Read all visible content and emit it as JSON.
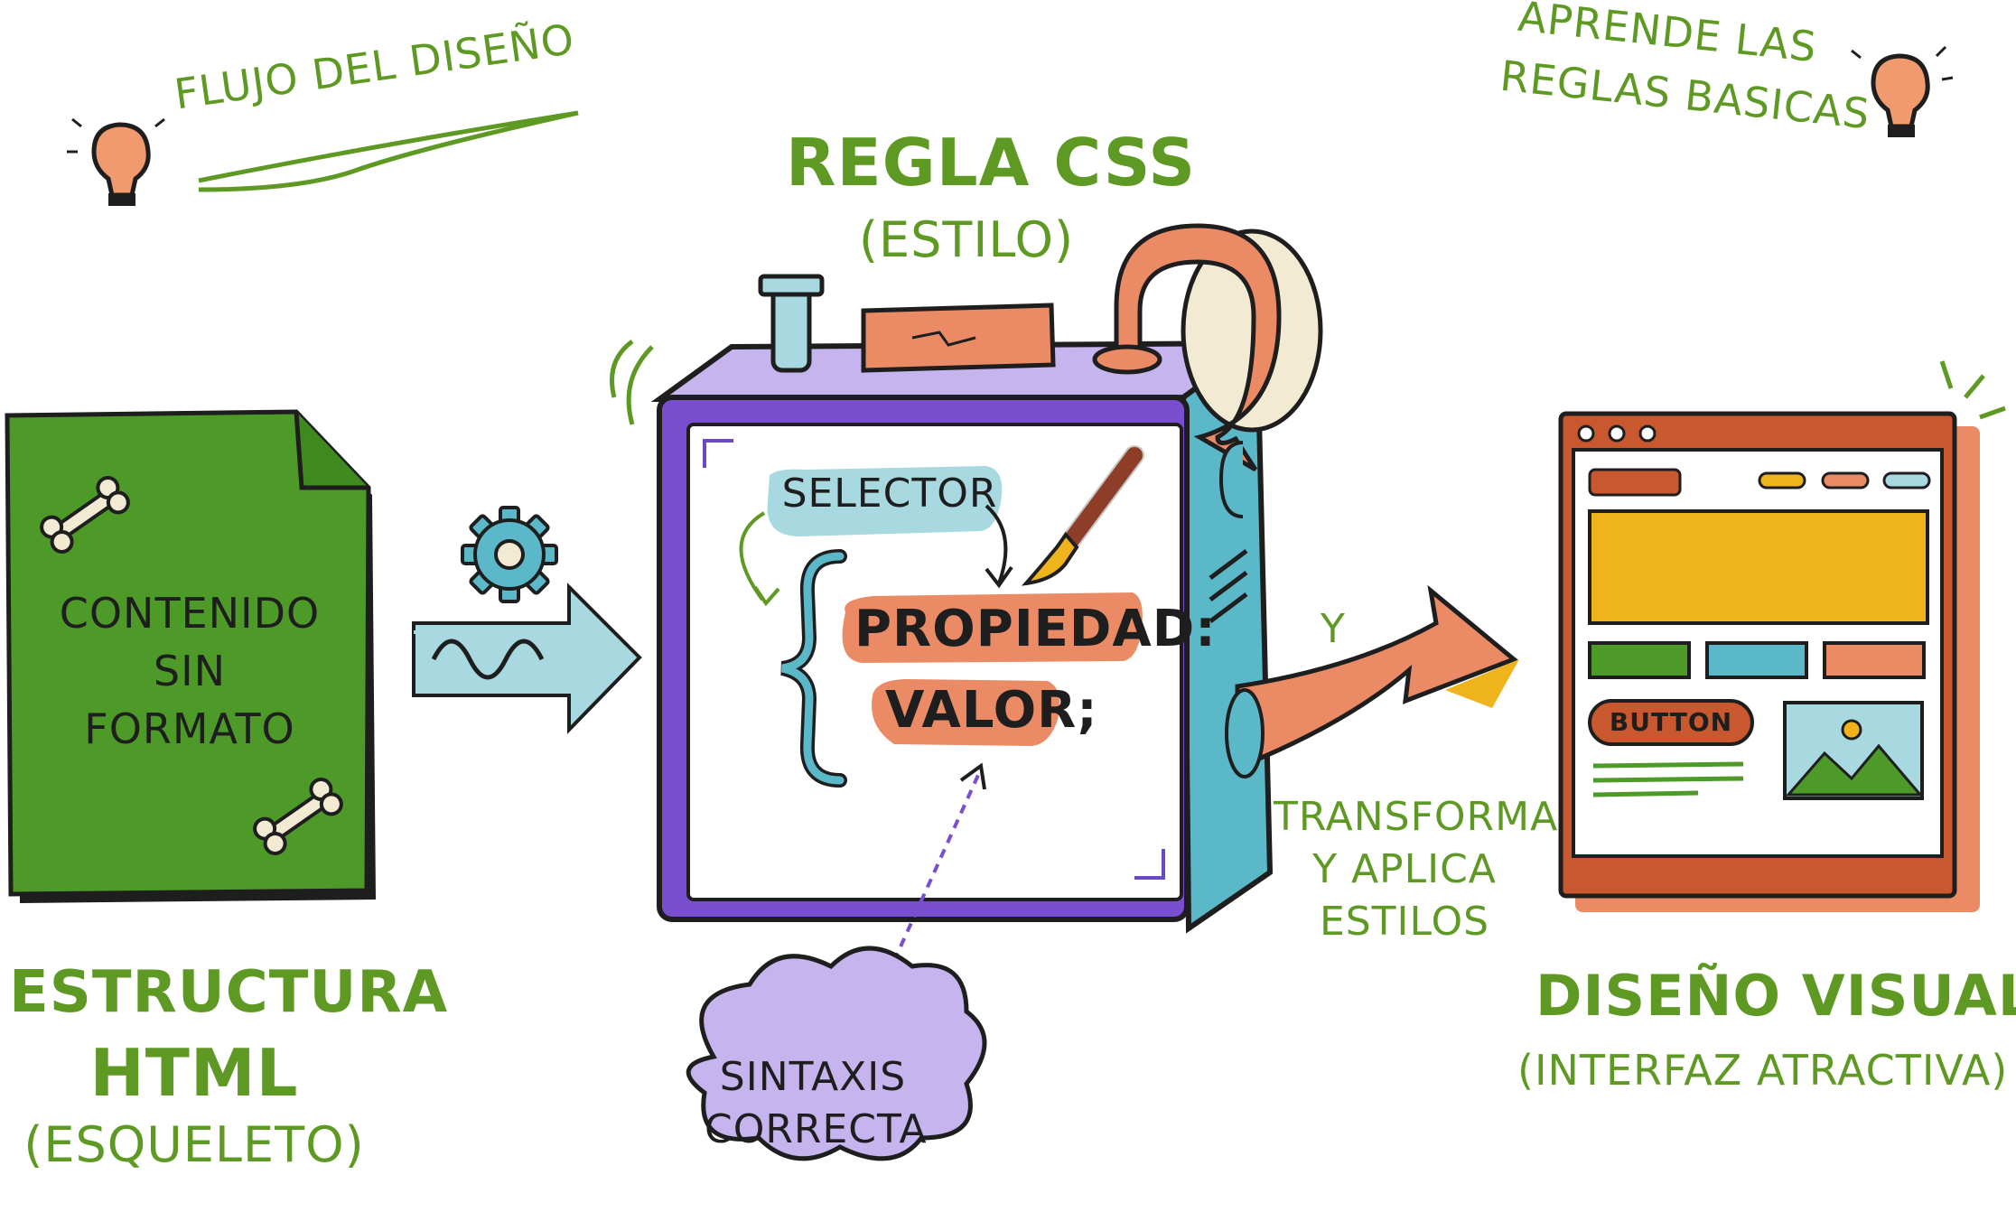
{
  "header": {
    "flow_title": "FLUJO DEL DISEÑO",
    "learn_line1": "APRENDE LAS",
    "learn_line2": "REGLAS BASICAS"
  },
  "css_rule": {
    "title": "REGLA CSS",
    "subtitle": "(ESTILO)",
    "selector": "SELECTOR",
    "property": "PROPIEDAD:",
    "value": "VALOR;"
  },
  "html_doc": {
    "content_line1": "CONTENIDO",
    "content_line2": "SIN",
    "content_line3": "FORMATO",
    "label_line1": "ESTRUCTURA",
    "label_line2": "HTML",
    "label_line3": "(ESQUELETO)"
  },
  "syntax": {
    "line1": "SINTAXIS",
    "line2": "CORRECTA"
  },
  "transform": {
    "y": "Y",
    "line1": "TRANSFORMA",
    "line2": "Y APLICA",
    "line3": "ESTILOS"
  },
  "visual": {
    "button": "BUTTON",
    "title": "DISEÑO VISUAL",
    "subtitle": "(INTERFAZ ATRACTIVA)"
  },
  "colors": {
    "green_text": "#5e9a23",
    "doc_green": "#4e9a28",
    "purple": "#7a4fcf",
    "teal": "#5bb8c8",
    "orange": "#ea8b66",
    "rust": "#c9582e",
    "yellow": "#efb41c",
    "lavender": "#c5b4ee"
  }
}
